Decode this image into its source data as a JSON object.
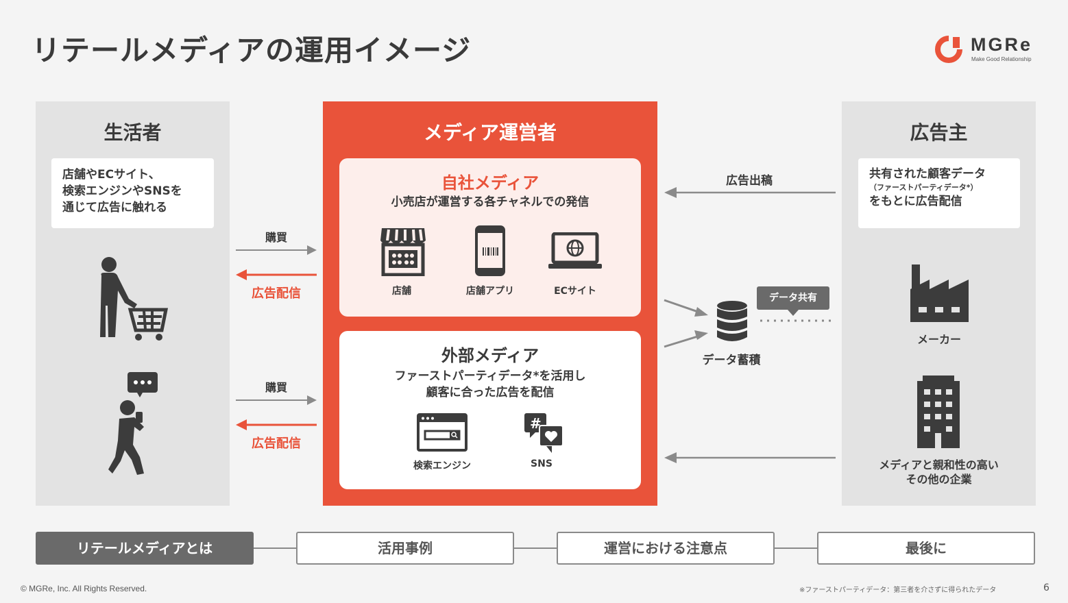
{
  "header": {
    "title": "リテールメディアの運用イメージ",
    "logo_text": "MGRe",
    "logo_tagline": "Make Good Relationship"
  },
  "consumer": {
    "heading": "生活者",
    "note_lines": [
      "店舗やECサイト、",
      "検索エンジンやSNSを",
      "通じて広告に触れる"
    ]
  },
  "operator": {
    "heading": "メディア運営者",
    "own_media": {
      "title": "自社メディア",
      "subtitle": "小売店が運営する各チャネルでの発信",
      "channels": [
        {
          "label": "店舗",
          "icon": "store-icon"
        },
        {
          "label": "店舗アプリ",
          "icon": "smartphone-barcode-icon"
        },
        {
          "label": "ECサイト",
          "icon": "laptop-globe-icon"
        }
      ]
    },
    "external_media": {
      "title": "外部メディア",
      "subtitle_lines": [
        "ファーストパーティデータ*を活用し",
        "顧客に合った広告を配信"
      ],
      "channels": [
        {
          "label": "検索エンジン",
          "icon": "search-window-icon"
        },
        {
          "label": "SNS",
          "icon": "sns-chat-heart-icon"
        }
      ]
    }
  },
  "flows": {
    "purchase_label": "購買",
    "ad_delivery_label": "広告配信",
    "ad_placement_label": "広告出稿",
    "data_storage_label": "データ蓄積",
    "data_share_label": "データ共有"
  },
  "advertiser": {
    "heading": "広告主",
    "note_line1": "共有された顧客データ",
    "note_line2": "（ファーストパーティデータ*）",
    "note_line3": "をもとに広告配信",
    "maker_label": "メーカー",
    "other_label_lines": [
      "メディアと親和性の高い",
      "その他の企業"
    ]
  },
  "nav": {
    "items": [
      "リテールメディアとは",
      "活用事例",
      "運営における注意点",
      "最後に"
    ],
    "active_index": 0
  },
  "footer": {
    "copyright": "© MGRe, Inc. All Rights Reserved.",
    "note": "※ファーストパーティデータ：第三者を介さずに得られたデータ",
    "page": "6"
  },
  "colors": {
    "accent": "#e9533a",
    "dark_gray": "#6a6a6a",
    "panel_gray": "#e3e3e3"
  }
}
